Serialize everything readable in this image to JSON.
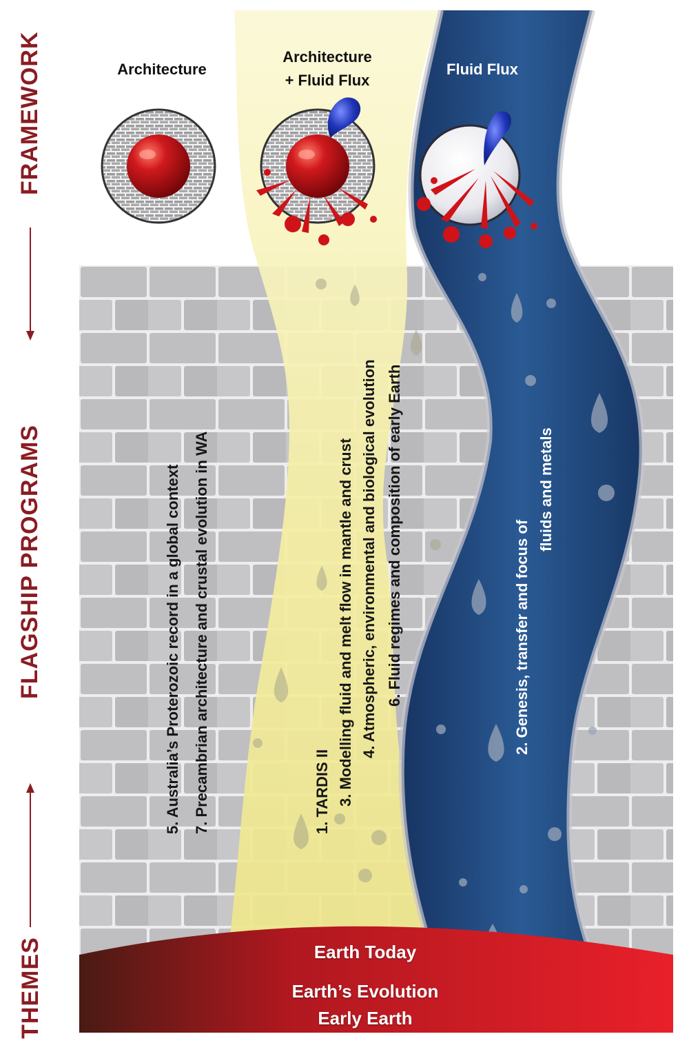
{
  "side_labels": {
    "framework": "FRAMEWORK",
    "flagship": "FLAGSHIP PROGRAMS",
    "themes": "THEMES"
  },
  "columns": {
    "architecture": "Architecture",
    "architecture_fluid_line1": "Architecture",
    "architecture_fluid_line2": "+ Fluid Flux",
    "fluid_flux": "Fluid Flux"
  },
  "programs": {
    "architecture": [
      "5.  Australia’s Proterozoic record in a global context",
      "7. Precambrian architecture and crustal evolution in WA"
    ],
    "architecture_fluid": [
      "1. TARDIS II",
      "3. Modelling fluid and melt flow in mantle and crust",
      "4.  Atmospheric, environmental and biological evolution",
      "6.  Fluid regimes and composition of early Earth"
    ],
    "fluid_flux": [
      "2. Genesis, transfer and focus of",
      "fluids and metals"
    ]
  },
  "themes": [
    "Earth Today",
    "Earth’s Evolution",
    "Early Earth"
  ],
  "colors": {
    "label_red": "#8a1c22",
    "river_yellow": "#f3eea0",
    "river_blue": "#1d3f74",
    "magma_red": "#c8141c",
    "brick_grey": "#bdbcbe",
    "theme_red": "#e0202a"
  }
}
